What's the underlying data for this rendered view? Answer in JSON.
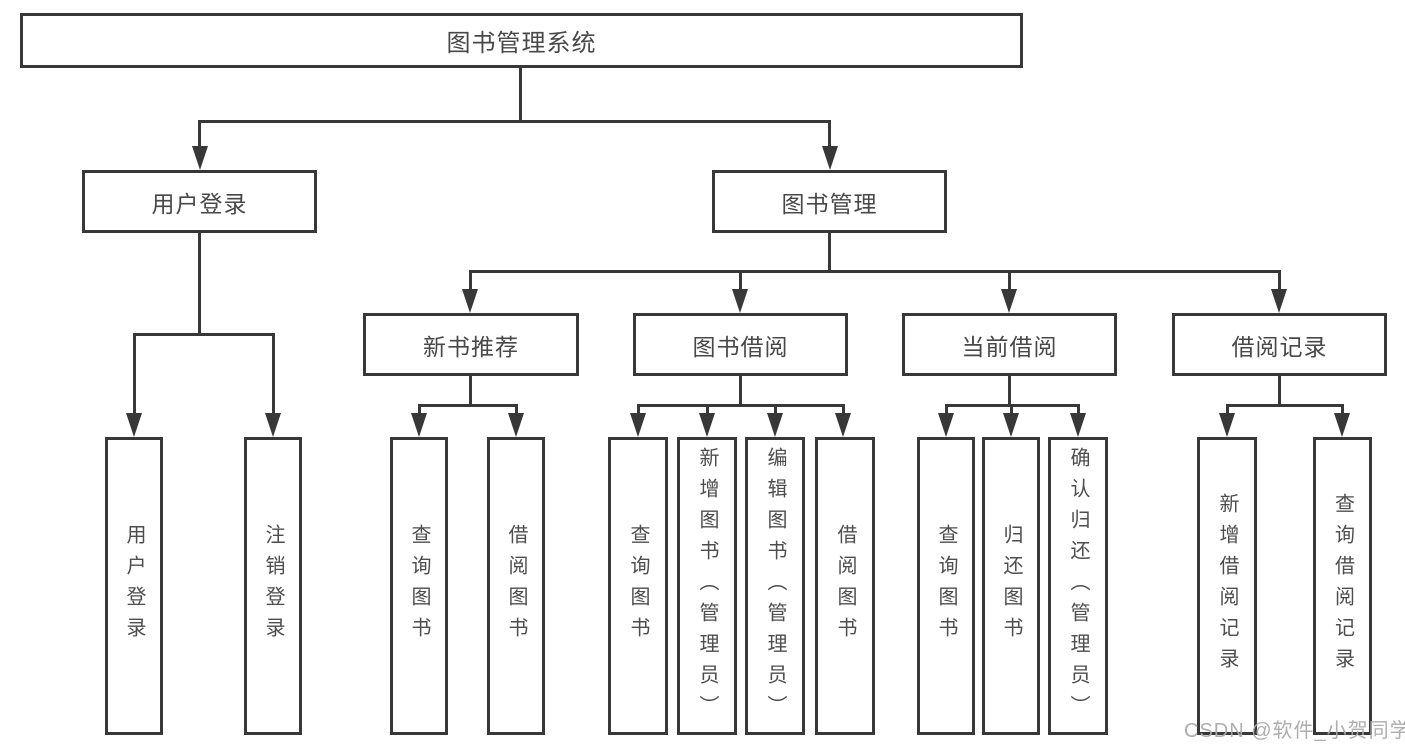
{
  "tree": {
    "root": "图书管理系统",
    "l2": {
      "login": "用户登录",
      "management": "图书管理"
    },
    "l3": {
      "recommend": "新书推荐",
      "borrow": "图书借阅",
      "current": "当前借阅",
      "records": "借阅记录"
    },
    "l4": {
      "login": [
        "用户登录",
        "注销登录"
      ],
      "recommend": [
        "查询图书",
        "借阅图书"
      ],
      "borrow": [
        "查询图书",
        "新增图书（管理员）",
        "编辑图书（管理员）",
        "借阅图书"
      ],
      "current": [
        "查询图书",
        "归还图书",
        "确认归还（管理员）"
      ],
      "records": [
        "新增借阅记录",
        "查询借阅记录"
      ]
    }
  },
  "watermark": "CSDN @软件_小贺同学",
  "colors": {
    "line": "#383838",
    "text": "#4a4a4a",
    "watermark": "#aaaaaa",
    "background": "#ffffff"
  }
}
